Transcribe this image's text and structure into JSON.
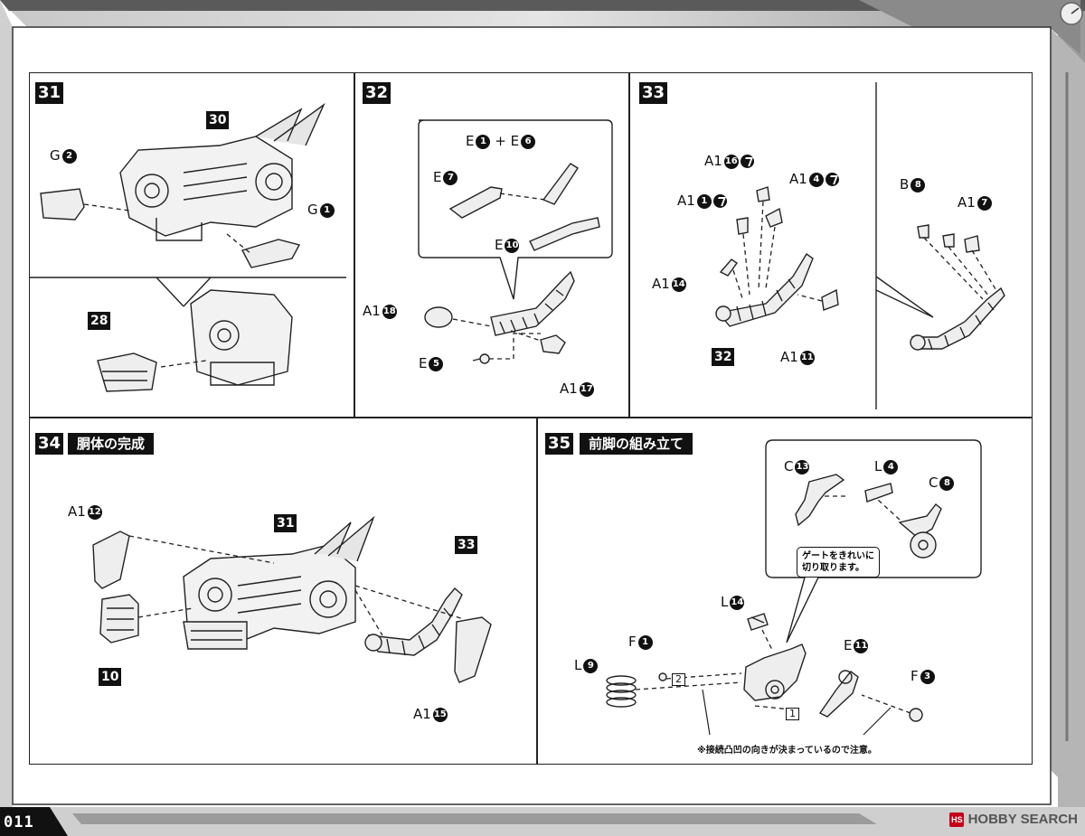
{
  "page": {
    "number": "011",
    "brand": "HOBBY SEARCH",
    "brand_mark": "HS"
  },
  "steps": {
    "s31": {
      "num": "31",
      "labels": {
        "g2": {
          "letter": "G",
          "n": "2"
        },
        "g1": {
          "letter": "G",
          "n": "1"
        },
        "p30": "30",
        "p28": "28"
      }
    },
    "s32": {
      "num": "32",
      "labels": {
        "e1e6": {
          "a": "E",
          "an": "1",
          "plus": "+",
          "b": "E",
          "bn": "6"
        },
        "e7": {
          "letter": "E",
          "n": "7"
        },
        "e10": {
          "letter": "E",
          "n": "10"
        },
        "a18": {
          "letter": "A1",
          "n": "18"
        },
        "e5": {
          "letter": "E",
          "n": "5"
        },
        "a17": {
          "letter": "A1",
          "n": "17"
        }
      }
    },
    "s33": {
      "num": "33",
      "labels": {
        "a16": {
          "letter": "A1",
          "n": "16"
        },
        "a1": {
          "letter": "A1",
          "n": "1"
        },
        "a4": {
          "letter": "A1",
          "n": "4"
        },
        "a14": {
          "letter": "A1",
          "n": "14"
        },
        "a11": {
          "letter": "A1",
          "n": "11"
        },
        "b8": {
          "letter": "B",
          "n": "8"
        },
        "a7": {
          "letter": "A1",
          "n": "7"
        },
        "p32": "32"
      }
    },
    "s34": {
      "num": "34",
      "title": "胴体の完成",
      "labels": {
        "a12": {
          "letter": "A1",
          "n": "12"
        },
        "a15": {
          "letter": "A1",
          "n": "15"
        },
        "p31": "31",
        "p33": "33",
        "p10": "10"
      }
    },
    "s35": {
      "num": "35",
      "title": "前脚の組み立て",
      "labels": {
        "c13": {
          "letter": "C",
          "n": "13"
        },
        "l4": {
          "letter": "L",
          "n": "4"
        },
        "c8": {
          "letter": "C",
          "n": "8"
        },
        "l14": {
          "letter": "L",
          "n": "14"
        },
        "f1": {
          "letter": "F",
          "n": "1"
        },
        "e11": {
          "letter": "E",
          "n": "11"
        },
        "l9": {
          "letter": "L",
          "n": "9"
        },
        "f3": {
          "letter": "F",
          "n": "3"
        }
      },
      "callout": "ゲートをきれいに\n切り取ります。",
      "sq1": "1",
      "sq2": "2",
      "note": "※接続凸凹の向きが決まっているので注意。"
    }
  },
  "colors": {
    "ink": "#111111",
    "frame": "#3a3a3a",
    "paper": "#ffffff"
  }
}
